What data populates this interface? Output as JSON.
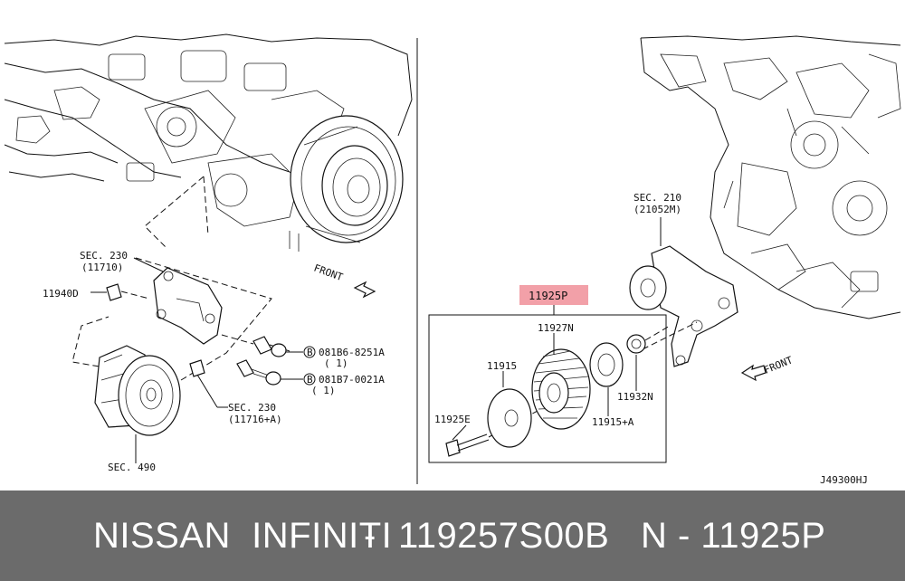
{
  "diagram": {
    "ref_code": "J49300HJ",
    "left_panel": {
      "sec230_top": "SEC. 230",
      "sec230_top_num": "(11710)",
      "part_11940": "11940D",
      "front": "FRONT",
      "bolt1_code": "081B6-8251A",
      "bolt1_qty": "( 1)",
      "bolt2_code": "081B7-0021A",
      "bolt2_qty": "( 1)",
      "bolt_marker": "B",
      "sec230_bottom": "SEC. 230",
      "sec230_bottom_num": "(11716+A)",
      "sec490": "SEC. 490"
    },
    "right_panel": {
      "highlight_label": "11925P",
      "highlight_color": "#f2a0a8",
      "part_11927": "11927N",
      "part_11915": "11915",
      "part_11925e": "11925E",
      "part_11915a": "11915+A",
      "part_11932": "11932N",
      "sec210": "SEC. 210",
      "sec210_num": "(21052M)",
      "front": "FRONT"
    }
  },
  "footer": {
    "brand": "NISSAN  INFINITI",
    "separator": "-",
    "part_number": "119257S00B",
    "code": "N - 11925P",
    "background": "#6b6b6b"
  }
}
